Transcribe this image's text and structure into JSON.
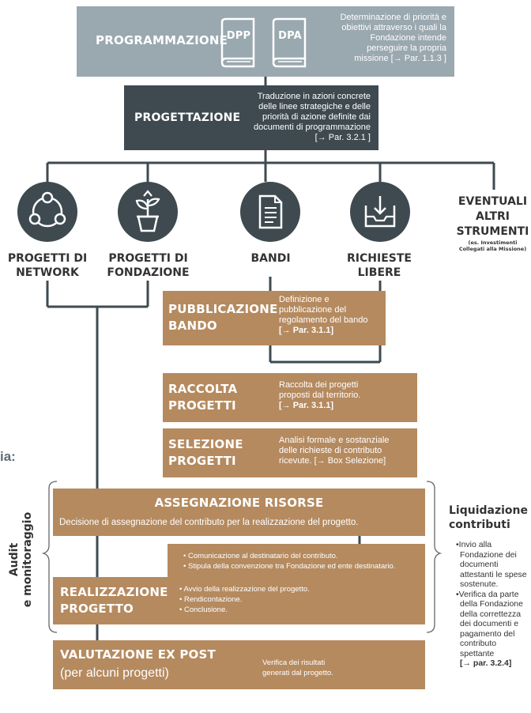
{
  "programmazione": {
    "title": "PROGRAMMAZIONE",
    "book1": "DPP",
    "book2": "DPA",
    "desc": [
      "Determinazione di priorità e",
      "obiettivi attraverso i quali la",
      "Fondazione intende",
      "perseguire la propria",
      "missione [→ Par. 1.1.3 ]"
    ]
  },
  "progettazione": {
    "title": "PROGETTAZIONE",
    "desc": [
      "Traduzione in azioni concrete",
      "delle linee strategiche e delle",
      "priorità di azione definite dai",
      "documenti di programmazione",
      "[→ Par. 3.2.1 ]"
    ]
  },
  "tools": [
    {
      "label_lines": [
        "PROGETTI DI",
        "NETWORK"
      ],
      "icon": "network-icon"
    },
    {
      "label_lines": [
        "PROGETTI DI",
        "FONDAZIONE"
      ],
      "icon": "plant-icon"
    },
    {
      "label_lines": [
        "BANDI"
      ],
      "icon": "document-icon"
    },
    {
      "label_lines": [
        "RICHIESTE",
        "LIBERE"
      ],
      "icon": "inbox-icon"
    }
  ],
  "altri": {
    "lines": [
      "EVENTUALI",
      "ALTRI",
      "STRUMENTI"
    ],
    "note": [
      "(es. Investimenti",
      "Collegati alla Missione)"
    ]
  },
  "pubblicazione": {
    "title_lines": [
      "PUBBLICAZIONE",
      "BANDO"
    ],
    "desc": [
      "Definizione e",
      "pubblicazione del",
      "regolamento del bando",
      "[→ Par. 3.1.1]"
    ]
  },
  "raccolta": {
    "title_lines": [
      "RACCOLTA",
      "PROGETTI"
    ],
    "desc": [
      "Raccolta dei progetti",
      "proposti dal territorio.",
      "[→ Par. 3.1.1]"
    ]
  },
  "selezione": {
    "title_lines": [
      "SELEZIONE",
      "PROGETTI"
    ],
    "desc": [
      "Analisi formale e sostanziale",
      "delle richieste di contributo",
      "ricevute. [→ Box Selezione]"
    ]
  },
  "fragment": "ia:",
  "assegnazione": {
    "title": "ASSEGNAZIONE RISORSE",
    "desc": "Decisione di assegnazione del contributo per la realizzazione del progetto.",
    "sub": [
      "• Comunicazione al destinatario del contributo.",
      "• Stipula della convenzione tra Fondazione ed ente destinatario."
    ]
  },
  "realizzazione": {
    "title_lines": [
      "REALIZZAZIONE",
      "PROGETTO"
    ],
    "items": [
      "• Avvio della realizzazione del progetto.",
      "• Rendicontazione.",
      "• Conclusione."
    ]
  },
  "valutazione": {
    "title": "VALUTAZIONE EX POST",
    "subtitle": "(per alcuni progetti)",
    "desc": [
      "Verifica dei risultati",
      "generati dal progetto."
    ]
  },
  "audit": {
    "line1": "Audit",
    "line2": "e monitoraggio"
  },
  "liquidazione": {
    "title_lines": [
      "Liquidazione",
      "contributi"
    ],
    "items": [
      "•Invio alla",
      "Fondazione dei",
      "documenti",
      "attestanti le spese",
      "sostenute.",
      "•Verifica da parte",
      "della Fondazione",
      "della correttezza",
      "dei documenti e",
      "pagamento del",
      "contributo",
      "spettante",
      "[→ par. 3.2.4]"
    ]
  },
  "colors": {
    "gray": "#9aa8b0",
    "dark": "#3e4a50",
    "tan": "#b58a5f",
    "line": "#3e4a50"
  }
}
